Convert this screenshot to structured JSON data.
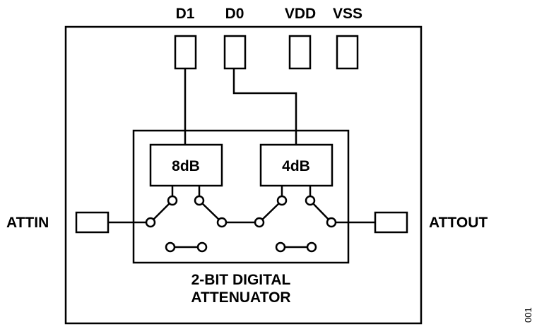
{
  "pins": {
    "d1": "D1",
    "d0": "D0",
    "vdd": "VDD",
    "vss": "VSS",
    "attin": "ATTIN",
    "attout": "ATTOUT"
  },
  "blocks": {
    "stage1": "8dB",
    "stage2": "4dB"
  },
  "title": {
    "line1": "2-BIT DIGITAL",
    "line2": "ATTENUATOR"
  },
  "figure_number": "001"
}
